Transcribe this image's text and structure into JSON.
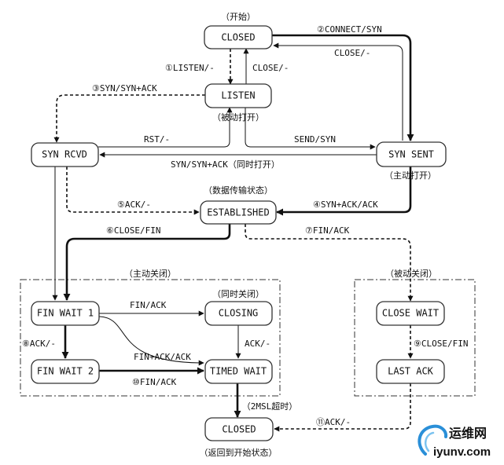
{
  "states": {
    "closed_top": "CLOSED",
    "listen": "LISTEN",
    "syn_rcvd": "SYN RCVD",
    "syn_sent": "SYN SENT",
    "established": "ESTABLISHED",
    "fin_wait_1": "FIN WAIT 1",
    "fin_wait_2": "FIN WAIT 2",
    "closing": "CLOSING",
    "timed_wait": "TIMED WAIT",
    "close_wait": "CLOSE WAIT",
    "last_ack": "LAST ACK",
    "closed_bottom": "CLOSED"
  },
  "annotations": {
    "start": "（开始）",
    "passive_open": "（被动打开）",
    "active_open": "（主动打开）",
    "data_transfer": "（数据传输状态）",
    "active_close": "（主动关闭）",
    "simultaneous_close": "（同时关闭）",
    "passive_close": "（被动关闭）",
    "msl_timeout": "（2MSL超时）",
    "return_to_start": "（返回到开始状态）"
  },
  "transitions": {
    "connect_syn": "②CONNECT/SYN",
    "close_top": "CLOSE/-",
    "listen": "①LISTEN/-",
    "close_listen": "CLOSE/-",
    "syn_synack": "③SYN/SYN+ACK",
    "rst": "RST/-",
    "send_syn": "SEND/SYN",
    "simultaneous_open": "SYN/SYN+ACK（同时打开）",
    "ack_5": "⑤ACK/-",
    "synack_ack_4": "④SYN+ACK/ACK",
    "close_fin_6": "⑥CLOSE/FIN",
    "fin_ack_7": "⑦FIN/ACK",
    "fin_ack": "FIN/ACK",
    "ack_8": "⑧ACK/-",
    "ack_closing": "ACK/-",
    "fin_ack_ack": "FIN+ACK/ACK",
    "fin_ack_10": "⑩FIN/ACK",
    "close_fin_9": "⑨CLOSE/FIN",
    "ack_11": "⑪ACK/-"
  },
  "watermark": {
    "brand_cn": "运维网",
    "domain": "iyunv.com"
  },
  "colors": {
    "line": "#111111",
    "box_border": "#333333",
    "watermark_blue": "#2a8fd8",
    "watermark_dark": "#1b5e9e"
  }
}
